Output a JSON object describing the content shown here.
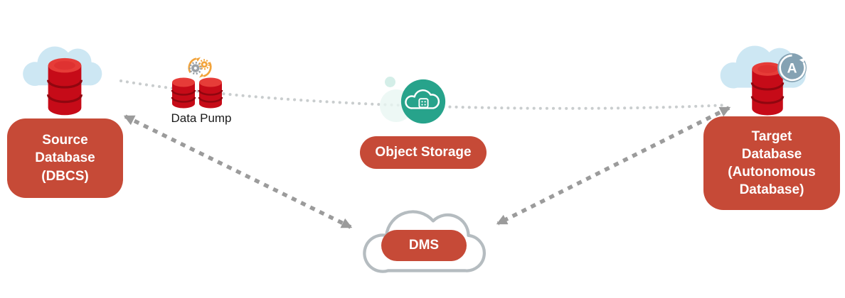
{
  "diagram": {
    "nodes": {
      "source_database": {
        "label": "Source\nDatabase\n(DBCS)"
      },
      "data_pump": {
        "label": "Data Pump"
      },
      "object_storage": {
        "label": "Object Storage"
      },
      "target_database": {
        "label": "Target\nDatabase\n(Autonomous\nDatabase)"
      },
      "dms": {
        "label": "DMS"
      }
    },
    "badges": {
      "autonomous_letter": "A"
    },
    "edges": [
      {
        "from": "source-cloud",
        "to": "target-cloud",
        "via": [
          "data-pump",
          "object-storage"
        ],
        "style": "dotted"
      },
      {
        "from": "source-database",
        "to": "dms",
        "style": "dashed",
        "arrowheads": "both"
      },
      {
        "from": "target-database",
        "to": "dms",
        "style": "dashed",
        "arrowheads": "both"
      }
    ],
    "icons": {
      "source-cloud-icon": "light blue cloud",
      "database-icon": "red database cylinder",
      "data-pump-icon": "gears with sync arrows",
      "object-storage-icon": "teal circle with white cloud",
      "autonomous-icon": "blue-gray circle with letter and refresh arrow",
      "dms-cloud-icon": "white outlined cloud"
    },
    "colors": {
      "node_red": "#C64A37",
      "database_red": "#C60B18",
      "database_top_red": "#E63C38",
      "cloud_blue": "#CDE7F3",
      "teal": "#27A38B",
      "arrow_gray": "#9B9B9B",
      "dotted_gray": "#C9CDCE",
      "gear_orange": "#F2A33A",
      "dms_cloud_stroke": "#B5BCC0"
    }
  }
}
